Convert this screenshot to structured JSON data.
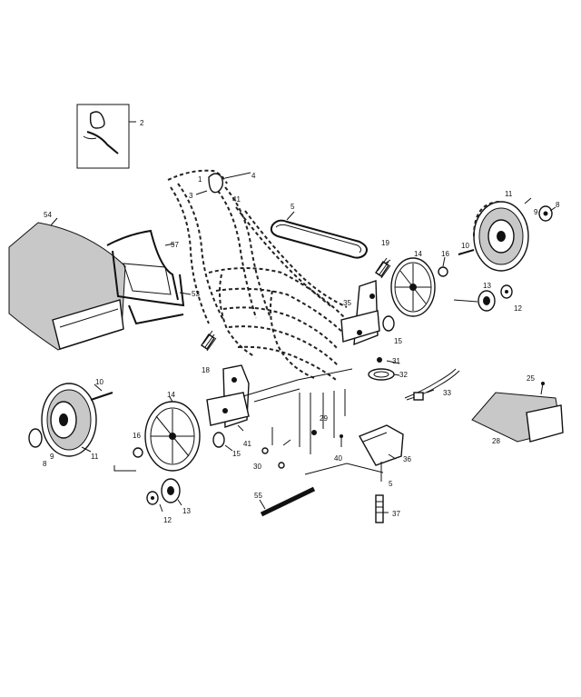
{
  "diagram": {
    "callouts": [
      {
        "id": "c2",
        "text": "2"
      },
      {
        "id": "c4",
        "text": "4"
      },
      {
        "id": "c3",
        "text": "3"
      },
      {
        "id": "c1",
        "text": "1"
      },
      {
        "id": "c41top",
        "text": "41"
      },
      {
        "id": "c5top",
        "text": "5"
      },
      {
        "id": "c11r",
        "text": "11"
      },
      {
        "id": "c8r",
        "text": "8"
      },
      {
        "id": "c9r",
        "text": "9"
      },
      {
        "id": "c10r",
        "text": "10"
      },
      {
        "id": "c16r",
        "text": "16"
      },
      {
        "id": "c14r",
        "text": "14"
      },
      {
        "id": "c19r",
        "text": "19"
      },
      {
        "id": "c13r",
        "text": "13"
      },
      {
        "id": "c12r",
        "text": "12"
      },
      {
        "id": "c15r",
        "text": "15"
      },
      {
        "id": "c35",
        "text": "35"
      },
      {
        "id": "c54",
        "text": "54"
      },
      {
        "id": "c57",
        "text": "57"
      },
      {
        "id": "c53",
        "text": "53"
      },
      {
        "id": "c18l",
        "text": "18"
      },
      {
        "id": "c31",
        "text": "31"
      },
      {
        "id": "c32",
        "text": "32"
      },
      {
        "id": "c33",
        "text": "33"
      },
      {
        "id": "c25",
        "text": "25"
      },
      {
        "id": "c28",
        "text": "28"
      },
      {
        "id": "c10l",
        "text": "10"
      },
      {
        "id": "c14l",
        "text": "14"
      },
      {
        "id": "c11l",
        "text": "11"
      },
      {
        "id": "c8l",
        "text": "8"
      },
      {
        "id": "c9l",
        "text": "9"
      },
      {
        "id": "c16l",
        "text": "16"
      },
      {
        "id": "c15l",
        "text": "15"
      },
      {
        "id": "c41l",
        "text": "41"
      },
      {
        "id": "c30",
        "text": "30"
      },
      {
        "id": "c29",
        "text": "29"
      },
      {
        "id": "c40",
        "text": "40"
      },
      {
        "id": "c36",
        "text": "36"
      },
      {
        "id": "c5b",
        "text": "5"
      },
      {
        "id": "c37",
        "text": "37"
      },
      {
        "id": "c55",
        "text": "55"
      },
      {
        "id": "c12l",
        "text": "12"
      },
      {
        "id": "c13l",
        "text": "13"
      }
    ]
  }
}
